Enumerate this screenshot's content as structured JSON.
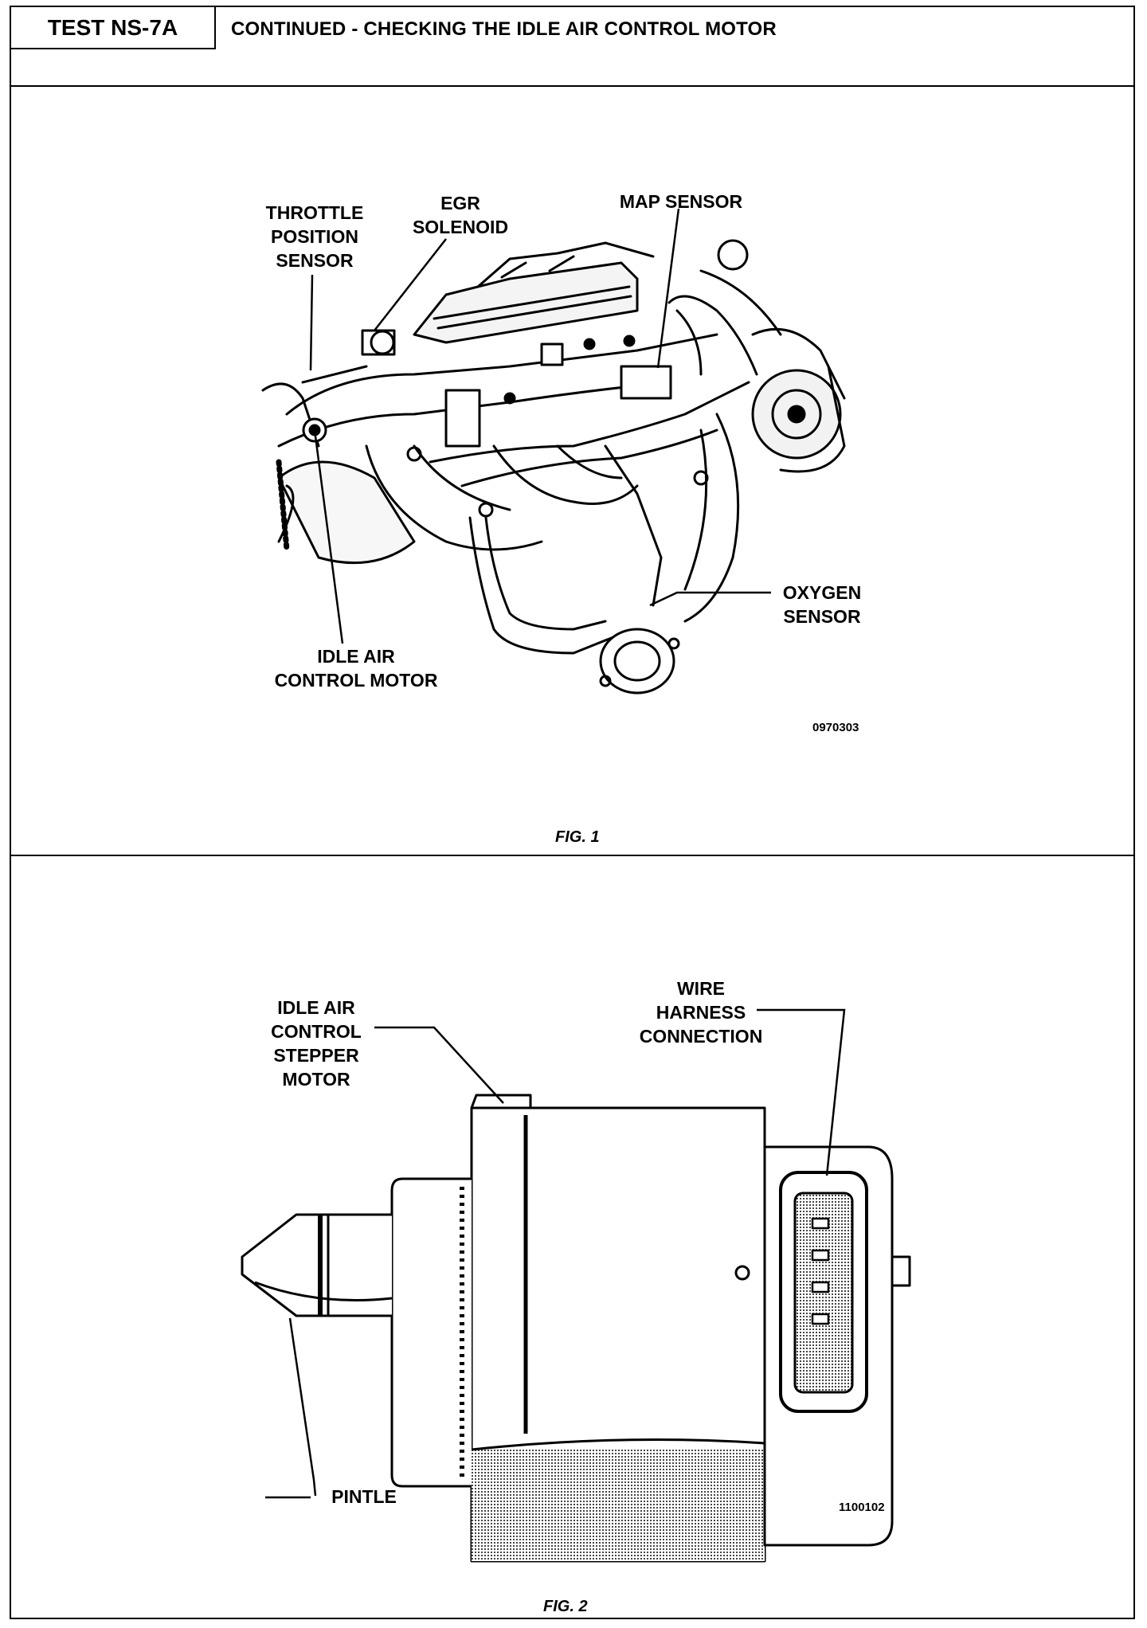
{
  "header": {
    "test_id": "TEST NS-7A",
    "title": "CONTINUED - CHECKING THE IDLE AIR CONTROL MOTOR"
  },
  "figure1": {
    "labels": {
      "throttle": "THROTTLE\nPOSITION\nSENSOR",
      "egr": "EGR\nSOLENOID",
      "map": "MAP SENSOR",
      "oxygen": "OXYGEN\nSENSOR",
      "iac": "IDLE AIR\nCONTROL MOTOR"
    },
    "code": "0970303",
    "caption": "FIG. 1"
  },
  "figure2": {
    "labels": {
      "stepper": "IDLE AIR\nCONTROL\nSTEPPER\nMOTOR",
      "harness": "WIRE\nHARNESS\nCONNECTION",
      "pintle": "PINTLE"
    },
    "code": "1100102",
    "caption": "FIG. 2"
  }
}
